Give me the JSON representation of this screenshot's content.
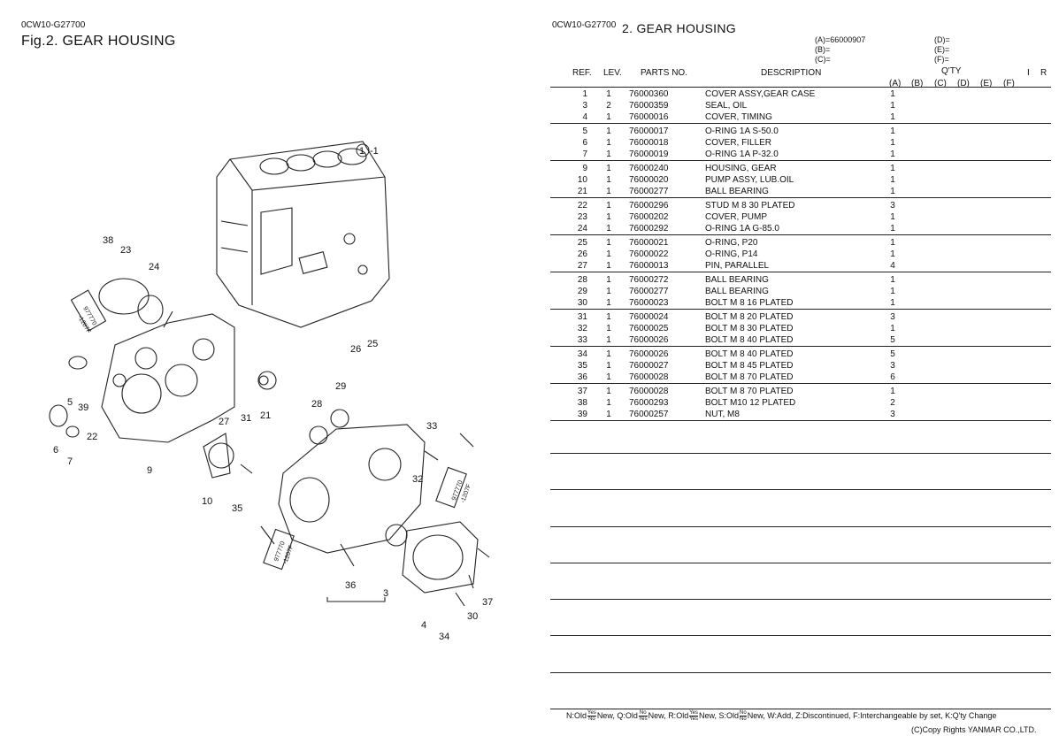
{
  "left_page": {
    "code": "0CW10-G27700",
    "title": "Fig.2.  GEAR HOUSING",
    "callouts": [
      "1",
      "-1",
      "3",
      "4",
      "5",
      "6",
      "7",
      "9",
      "10",
      "21",
      "22",
      "23",
      "24",
      "25",
      "26",
      "27",
      "28",
      "29",
      "30",
      "31",
      "32",
      "33",
      "34",
      "35",
      "36",
      "37",
      "38",
      "39"
    ],
    "tube_labels": [
      "977770",
      "-1207F"
    ]
  },
  "right_page": {
    "code": "0CW10-G27700",
    "title": "2.  GEAR HOUSING",
    "variants": {
      "a": "(A)=66000907",
      "b": "(B)=",
      "c": "(C)=",
      "d": "(D)=",
      "e": "(E)=",
      "f": "(F)="
    },
    "headers": {
      "ref": "REF.",
      "lev": "LEV.",
      "parts_no": "PARTS NO.",
      "description": "DESCRIPTION",
      "qty": "Q'TY",
      "i": "I",
      "r": "R",
      "qty_cols": [
        "(A)",
        "(B)",
        "(C)",
        "(D)",
        "(E)",
        "(F)"
      ]
    },
    "groups": [
      [
        {
          "ref": "1",
          "lev": "1",
          "part": "76000360",
          "desc": "COVER ASSY,GEAR CASE",
          "qty": "1"
        },
        {
          "ref": "3",
          "lev": "2",
          "part": "76000359",
          "desc": "SEAL, OIL",
          "qty": "1"
        },
        {
          "ref": "4",
          "lev": "1",
          "part": "76000016",
          "desc": "COVER, TIMING",
          "qty": "1"
        }
      ],
      [
        {
          "ref": "5",
          "lev": "1",
          "part": "76000017",
          "desc": "O-RING 1A S-50.0",
          "qty": "1"
        },
        {
          "ref": "6",
          "lev": "1",
          "part": "76000018",
          "desc": "COVER, FILLER",
          "qty": "1"
        },
        {
          "ref": "7",
          "lev": "1",
          "part": "76000019",
          "desc": "O-RING 1A P-32.0",
          "qty": "1"
        }
      ],
      [
        {
          "ref": "9",
          "lev": "1",
          "part": "76000240",
          "desc": "HOUSING, GEAR",
          "qty": "1"
        },
        {
          "ref": "10",
          "lev": "1",
          "part": "76000020",
          "desc": "PUMP ASSY, LUB.OIL",
          "qty": "1"
        },
        {
          "ref": "21",
          "lev": "1",
          "part": "76000277",
          "desc": "BALL BEARING",
          "qty": "1"
        }
      ],
      [
        {
          "ref": "22",
          "lev": "1",
          "part": "76000296",
          "desc": "STUD M 8 30 PLATED",
          "qty": "3"
        },
        {
          "ref": "23",
          "lev": "1",
          "part": "76000202",
          "desc": "COVER, PUMP",
          "qty": "1"
        },
        {
          "ref": "24",
          "lev": "1",
          "part": "76000292",
          "desc": "O-RING 1A G-85.0",
          "qty": "1"
        }
      ],
      [
        {
          "ref": "25",
          "lev": "1",
          "part": "76000021",
          "desc": "O-RING, P20",
          "qty": "1"
        },
        {
          "ref": "26",
          "lev": "1",
          "part": "76000022",
          "desc": "O-RING, P14",
          "qty": "1"
        },
        {
          "ref": "27",
          "lev": "1",
          "part": "76000013",
          "desc": "PIN, PARALLEL",
          "qty": "4"
        }
      ],
      [
        {
          "ref": "28",
          "lev": "1",
          "part": "76000272",
          "desc": "BALL BEARING",
          "qty": "1"
        },
        {
          "ref": "29",
          "lev": "1",
          "part": "76000277",
          "desc": "BALL BEARING",
          "qty": "1"
        },
        {
          "ref": "30",
          "lev": "1",
          "part": "76000023",
          "desc": "BOLT M 8 16 PLATED",
          "qty": "1"
        }
      ],
      [
        {
          "ref": "31",
          "lev": "1",
          "part": "76000024",
          "desc": "BOLT M 8 20 PLATED",
          "qty": "3"
        },
        {
          "ref": "32",
          "lev": "1",
          "part": "76000025",
          "desc": "BOLT M 8 30 PLATED",
          "qty": "1"
        },
        {
          "ref": "33",
          "lev": "1",
          "part": "76000026",
          "desc": "BOLT M 8 40 PLATED",
          "qty": "5"
        }
      ],
      [
        {
          "ref": "34",
          "lev": "1",
          "part": "76000026",
          "desc": "BOLT M 8 40 PLATED",
          "qty": "5"
        },
        {
          "ref": "35",
          "lev": "1",
          "part": "76000027",
          "desc": "BOLT M 8 45 PLATED",
          "qty": "3"
        },
        {
          "ref": "36",
          "lev": "1",
          "part": "76000028",
          "desc": "BOLT M 8 70 PLATED",
          "qty": "6"
        }
      ],
      [
        {
          "ref": "37",
          "lev": "1",
          "part": "76000028",
          "desc": "BOLT M 8 70 PLATED",
          "qty": "1"
        },
        {
          "ref": "38",
          "lev": "1",
          "part": "76000293",
          "desc": "BOLT M10 12 PLATED",
          "qty": "2"
        },
        {
          "ref": "39",
          "lev": "1",
          "part": "76000257",
          "desc": "NUT, M8",
          "qty": "3"
        }
      ]
    ],
    "legend": {
      "n_old": "N:Old",
      "new1": "New,",
      "q_old": "Q:Old",
      "new2": "New,",
      "r_old": "R:Old",
      "new3": "New,",
      "s_old": "S:Old",
      "rest": "New, W:Add, Z:Discontinued, F:Interchangeable by set, K:Q'ty Change",
      "yes": "Yes",
      "no": "No"
    },
    "copyright": "(C)Copy Rights YANMAR CO.,LTD."
  }
}
